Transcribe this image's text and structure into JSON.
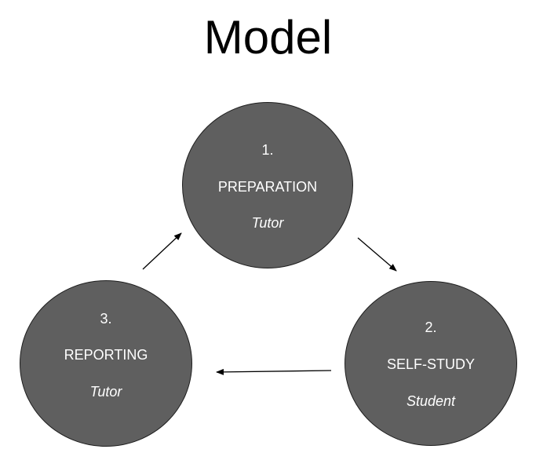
{
  "title": "Model",
  "colors": {
    "node_fill": "#5f5f5f",
    "node_border": "#1e1e1e",
    "node_text": "#ffffff",
    "arrow": "#000000"
  },
  "steps": [
    {
      "number": "1.",
      "name": "PREPARATION",
      "role": "Tutor"
    },
    {
      "number": "2.",
      "name": "SELF-STUDY",
      "role": "Student"
    },
    {
      "number": "3.",
      "name": "REPORTING",
      "role": "Tutor"
    }
  ],
  "flow": [
    {
      "from": "1.",
      "to": "2."
    },
    {
      "from": "2.",
      "to": "3."
    },
    {
      "from": "3.",
      "to": "1."
    }
  ]
}
